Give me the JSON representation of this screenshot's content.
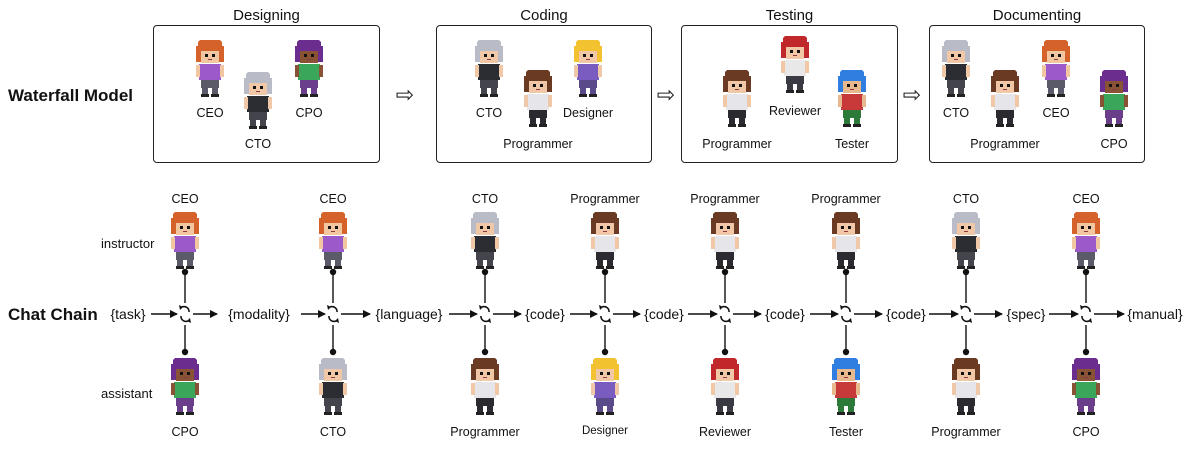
{
  "waterfall": {
    "label": "Waterfall Model",
    "arrow_glyph": "⇨",
    "phases": [
      {
        "title": "Designing",
        "roles": [
          "CEO",
          "CTO",
          "CPO"
        ]
      },
      {
        "title": "Coding",
        "roles": [
          "CTO",
          "Programmer",
          "Designer"
        ]
      },
      {
        "title": "Testing",
        "roles": [
          "Programmer",
          "Reviewer",
          "Tester"
        ]
      },
      {
        "title": "Documenting",
        "roles": [
          "CTO",
          "Programmer",
          "CEO",
          "CPO"
        ]
      }
    ]
  },
  "chat_chain": {
    "label": "Chat Chain",
    "instructor_label": "instructor",
    "assistant_label": "assistant",
    "artifacts": [
      "{task}",
      "{modality}",
      "{language}",
      "{code}",
      "{code}",
      "{code}",
      "{code}",
      "{spec}",
      "{manual}"
    ],
    "steps": [
      {
        "instructor": "CEO",
        "assistant": "CPO"
      },
      {
        "instructor": "CEO",
        "assistant": "CTO"
      },
      {
        "instructor": "CTO",
        "assistant": "Programmer"
      },
      {
        "instructor": "Programmer",
        "assistant": "Designer"
      },
      {
        "instructor": "Programmer",
        "assistant": "Reviewer"
      },
      {
        "instructor": "Programmer",
        "assistant": "Tester"
      },
      {
        "instructor": "CTO",
        "assistant": "Programmer"
      },
      {
        "instructor": "CEO",
        "assistant": "CPO"
      }
    ]
  },
  "colors": {
    "CEO": {
      "hair": "#d4622a",
      "shirt": "#9b59c9",
      "skin": "#f2c6a0",
      "pants": "#5a5a68"
    },
    "CTO": {
      "hair": "#b9bcc6",
      "shirt": "#2c2c33",
      "skin": "#f0c8a8",
      "pants": "#44444c"
    },
    "CPO": {
      "hair": "#6b2e8e",
      "shirt": "#3aa65a",
      "skin": "#8a5234",
      "pants": "#6b3e8c"
    },
    "Programmer": {
      "hair": "#6b3a22",
      "shirt": "#e6e6ea",
      "skin": "#f0c8a8",
      "pants": "#2a2a30"
    },
    "Designer": {
      "hair": "#f2c230",
      "shirt": "#7a5cc0",
      "skin": "#f0c8a8",
      "pants": "#5a4a8a"
    },
    "Reviewer": {
      "hair": "#c0282c",
      "shirt": "#e8e8e8",
      "skin": "#f0c8a8",
      "pants": "#3a3a42"
    },
    "Tester": {
      "hair": "#2f7ee0",
      "shirt": "#c83a3a",
      "skin": "#e8b88e",
      "pants": "#2e7a3a"
    }
  }
}
